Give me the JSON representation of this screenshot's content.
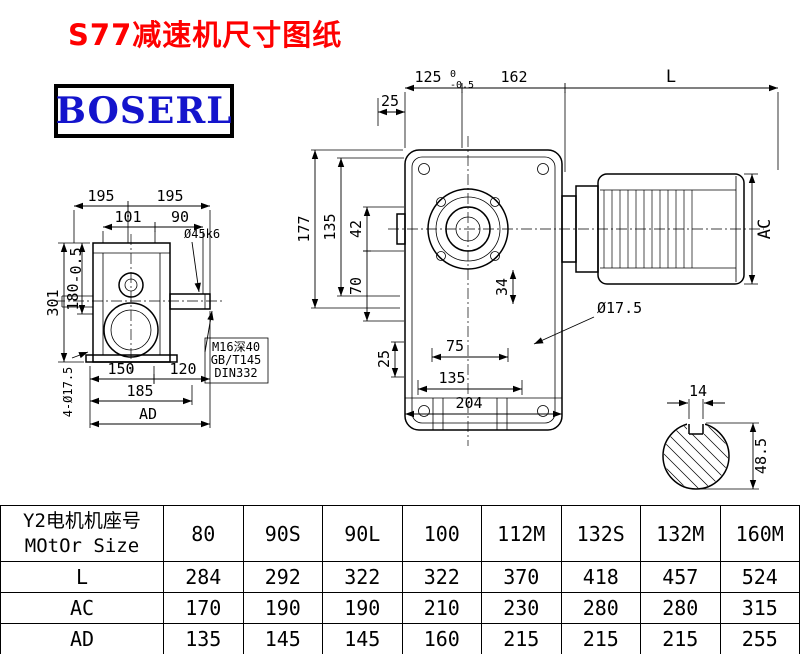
{
  "title": "S77减速机尺寸图纸",
  "logo": "BOSERL",
  "side_view": {
    "d195_left": "195",
    "d195_right": "195",
    "d101": "101",
    "d90": "90",
    "shaft_dia": "Ø45k6",
    "d301": "301",
    "d180": "180",
    "d180_tol": "-0.5",
    "d150": "150",
    "d120": "120",
    "d185": "185",
    "d_ad": "AD",
    "holes": "4-Ø17.5",
    "note_line1": "M16深40",
    "note_line2": "GB/T145",
    "note_line3": "DIN332"
  },
  "front_view": {
    "d125": "125",
    "d125_tol_upper": "0",
    "d125_tol_lower": "-0.5",
    "d162": "162",
    "d_l": "L",
    "d25_top": "25",
    "d177": "177",
    "d135_left": "135",
    "d42": "42",
    "d70": "70",
    "d25_left": "25",
    "d34": "34",
    "d75": "75",
    "d135_bottom": "135",
    "d204": "204",
    "hole_dia": "Ø17.5",
    "d_ac": "AC"
  },
  "shaft_view": {
    "d14": "14",
    "d48_5": "48.5"
  },
  "table": {
    "header_cn": "Y2电机机座号",
    "header_en": "MOtOr Size",
    "columns": [
      "80",
      "90S",
      "90L",
      "100",
      "112M",
      "132S",
      "132M",
      "160M"
    ],
    "rows": [
      {
        "label": "L",
        "values": [
          "284",
          "292",
          "322",
          "322",
          "370",
          "418",
          "457",
          "524"
        ]
      },
      {
        "label": "AC",
        "values": [
          "170",
          "190",
          "190",
          "210",
          "230",
          "280",
          "280",
          "315"
        ]
      },
      {
        "label": "AD",
        "values": [
          "135",
          "145",
          "145",
          "160",
          "215",
          "215",
          "215",
          "255"
        ]
      }
    ]
  },
  "colors": {
    "title_red": "#fe0000",
    "logo_blue": "#1414cc",
    "line_black": "#000000"
  }
}
